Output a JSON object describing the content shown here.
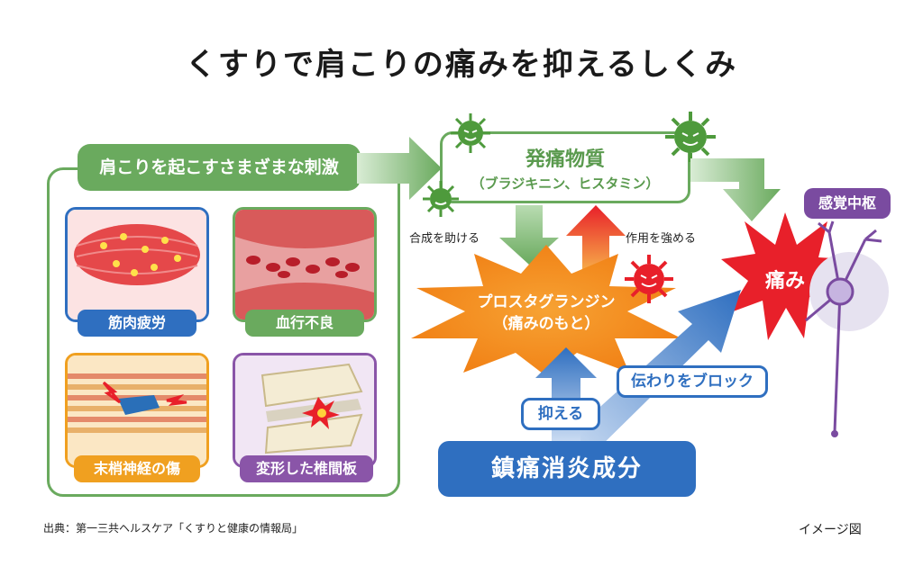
{
  "title": "くすりで肩こりの痛みを抑えるしくみ",
  "stimulus_label": "肩こりを起こすさまざまな刺激",
  "panels": [
    {
      "label": "筋肉疲労",
      "color": "#2f6fc0"
    },
    {
      "label": "血行不良",
      "color": "#6aaa5e"
    },
    {
      "label": "末梢神経の傷",
      "color": "#f0a020"
    },
    {
      "label": "変形した椎間板",
      "color": "#8a55a8"
    }
  ],
  "pain_substance": {
    "title": "発痛物質",
    "subtitle": "（ブラジキニン、ヒスタミン）"
  },
  "arrow_labels": {
    "synthesis": "合成を助ける",
    "strengthen": "作用を強める",
    "block": "伝わりをブロック",
    "suppress": "抑える"
  },
  "prostaglandin": {
    "line1": "プロスタグランジン",
    "line2": "（痛みのもと）"
  },
  "pain": "痛み",
  "sensory_center": "感覚中枢",
  "nsaid": "鎮痛消炎成分",
  "footer_source": "出典：第一三共ヘルスケア「くすりと健康の情報局」",
  "footer_image_note": "イメージ図",
  "colors": {
    "green": "#6aaa5e",
    "blue": "#2f6fc0",
    "orange": "#f29a1c",
    "red": "#e8202a",
    "purple": "#7a4ba0"
  }
}
